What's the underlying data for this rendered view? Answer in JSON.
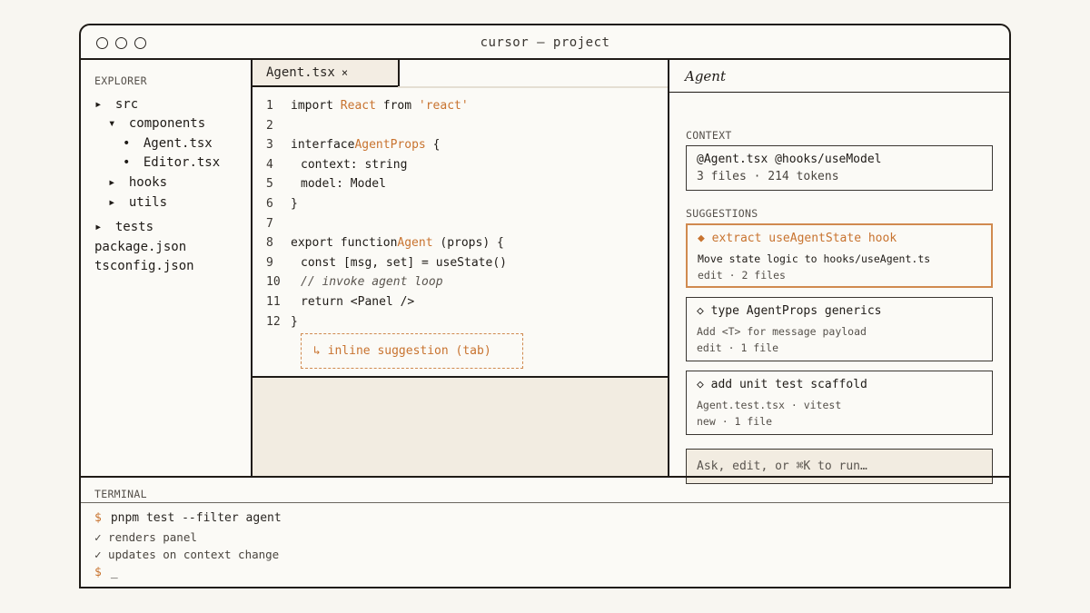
{
  "window": {
    "title": "cursor — project",
    "controls": [
      "close",
      "minimize",
      "maximize"
    ]
  },
  "explorer": {
    "label": "EXPLORER",
    "items": [
      {
        "marker": "▸",
        "label": "src"
      },
      {
        "marker": "▾",
        "label": "components"
      },
      {
        "marker": "•",
        "label": "Agent.tsx"
      },
      {
        "marker": "•",
        "label": "Editor.tsx"
      },
      {
        "marker": "▸",
        "label": "hooks"
      },
      {
        "marker": "▸",
        "label": "utils"
      },
      {
        "marker": "▸",
        "label": "tests"
      },
      {
        "marker": "",
        "label": "package.json"
      },
      {
        "marker": "",
        "label": "tsconfig.json"
      }
    ]
  },
  "editor": {
    "tab": {
      "label": "Agent.tsx",
      "close": "×"
    },
    "lines": [
      {
        "n": "1",
        "parts": [
          "import",
          "React",
          "from",
          "'react'"
        ]
      },
      {
        "n": "2",
        "parts": []
      },
      {
        "n": "3",
        "parts": [
          "interface",
          "AgentProps",
          "{"
        ]
      },
      {
        "n": "4",
        "parts": [
          "context: string"
        ]
      },
      {
        "n": "5",
        "parts": [
          "model: Model"
        ]
      },
      {
        "n": "6",
        "parts": [
          "}"
        ]
      },
      {
        "n": "7",
        "parts": []
      },
      {
        "n": "8",
        "parts": [
          "export function",
          "Agent",
          "(props) {"
        ]
      },
      {
        "n": "9",
        "parts": [
          "const [msg, set] = useState()"
        ]
      },
      {
        "n": "10",
        "parts": [
          "// invoke agent loop"
        ]
      },
      {
        "n": "11",
        "parts": [
          "return <Panel />"
        ]
      },
      {
        "n": "12",
        "parts": [
          "}"
        ]
      }
    ],
    "inline_suggestion": "↳ inline suggestion (tab)"
  },
  "agent": {
    "title": "Agent",
    "context_label": "CONTEXT",
    "context": {
      "refs": "@Agent.tsx @hooks/useModel",
      "summary": "3 files · 214 tokens"
    },
    "suggestions_label": "SUGGESTIONS",
    "suggestions": [
      {
        "icon": "◆",
        "title": "extract useAgentState hook",
        "desc": "Move state logic to hooks/useAgent.ts",
        "meta": "edit · 2 files"
      },
      {
        "icon": "◇",
        "title": "type AgentProps generics",
        "desc": "Add <T> for message payload",
        "meta": "edit · 1 file"
      },
      {
        "icon": "◇",
        "title": "add unit test scaffold",
        "desc": "Agent.test.tsx · vitest",
        "meta": "new · 1 file"
      }
    ],
    "input_placeholder": "Ask, edit, or ⌘K to run…"
  },
  "terminal": {
    "label": "TERMINAL",
    "prompt": "$",
    "command": "pnpm test --filter agent",
    "outputs": [
      "✓ renders panel",
      "✓ updates on context change"
    ],
    "cursor": "_"
  },
  "colors": {
    "accent": "#c8732f",
    "border": "#1f1b17",
    "background": "#fbfaf6",
    "panel_fill": "#f2ece1"
  }
}
